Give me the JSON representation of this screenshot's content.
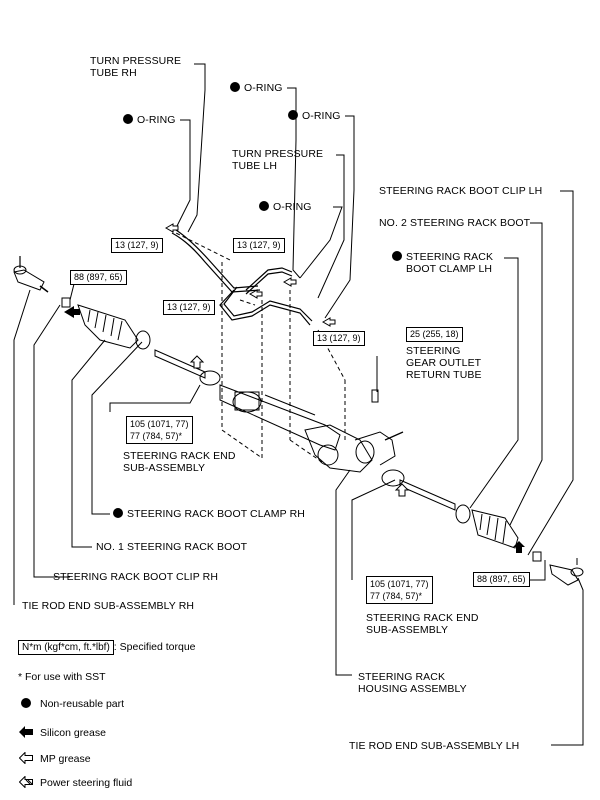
{
  "labels": {
    "turn_pressure_tube_rh_1": "TURN PRESSURE",
    "turn_pressure_tube_rh_2": "TUBE RH",
    "oring_1": "O-RING",
    "oring_2": "O-RING",
    "oring_3": "O-RING",
    "oring_4": "O-RING",
    "turn_pressure_tube_lh_1": "TURN PRESSURE",
    "turn_pressure_tube_lh_2": "TUBE LH",
    "boot_clip_lh": "STEERING RACK BOOT CLIP LH",
    "no2_boot": "NO. 2 STEERING RACK BOOT",
    "boot_clamp_lh_1": "STEERING RACK",
    "boot_clamp_lh_2": "BOOT CLAMP LH",
    "return_tube_1": "STEERING",
    "return_tube_2": "GEAR OUTLET",
    "return_tube_3": "RETURN TUBE",
    "rack_end_rh_1": "STEERING RACK END",
    "rack_end_rh_2": "SUB-ASSEMBLY",
    "boot_clamp_rh": "STEERING RACK BOOT CLAMP RH",
    "no1_boot": "NO. 1 STEERING RACK BOOT",
    "boot_clip_rh": "STEERING RACK BOOT CLIP RH",
    "tie_rod_rh": "TIE ROD END SUB-ASSEMBLY RH",
    "rack_end_lh_1": "STEERING RACK END",
    "rack_end_lh_2": "SUB-ASSEMBLY",
    "housing_1": "STEERING RACK",
    "housing_2": "HOUSING ASSEMBLY",
    "tie_rod_lh": "TIE ROD END SUB-ASSEMBLY LH"
  },
  "torques": {
    "t1": "13 (127, 9)",
    "t2": "13 (127, 9)",
    "t3": "13 (127, 9)",
    "t4": "13 (127, 9)",
    "t5": "88 (897, 65)",
    "t6": "25 (255, 18)",
    "t7a": "105 (1071, 77)",
    "t7b": "77 (784, 57)*",
    "t8a": "105 (1071, 77)",
    "t8b": "77 (784, 57)*",
    "t9": "88 (897, 65)"
  },
  "legend": {
    "torque_key": "N*m (kgf*cm, ft.*lbf)",
    "torque_desc": ": Specified torque",
    "sst": "* For use with SST",
    "nonreusable": "Non-reusable part",
    "silicon": "Silicon grease",
    "mp": "MP grease",
    "psf": "Power steering fluid"
  }
}
